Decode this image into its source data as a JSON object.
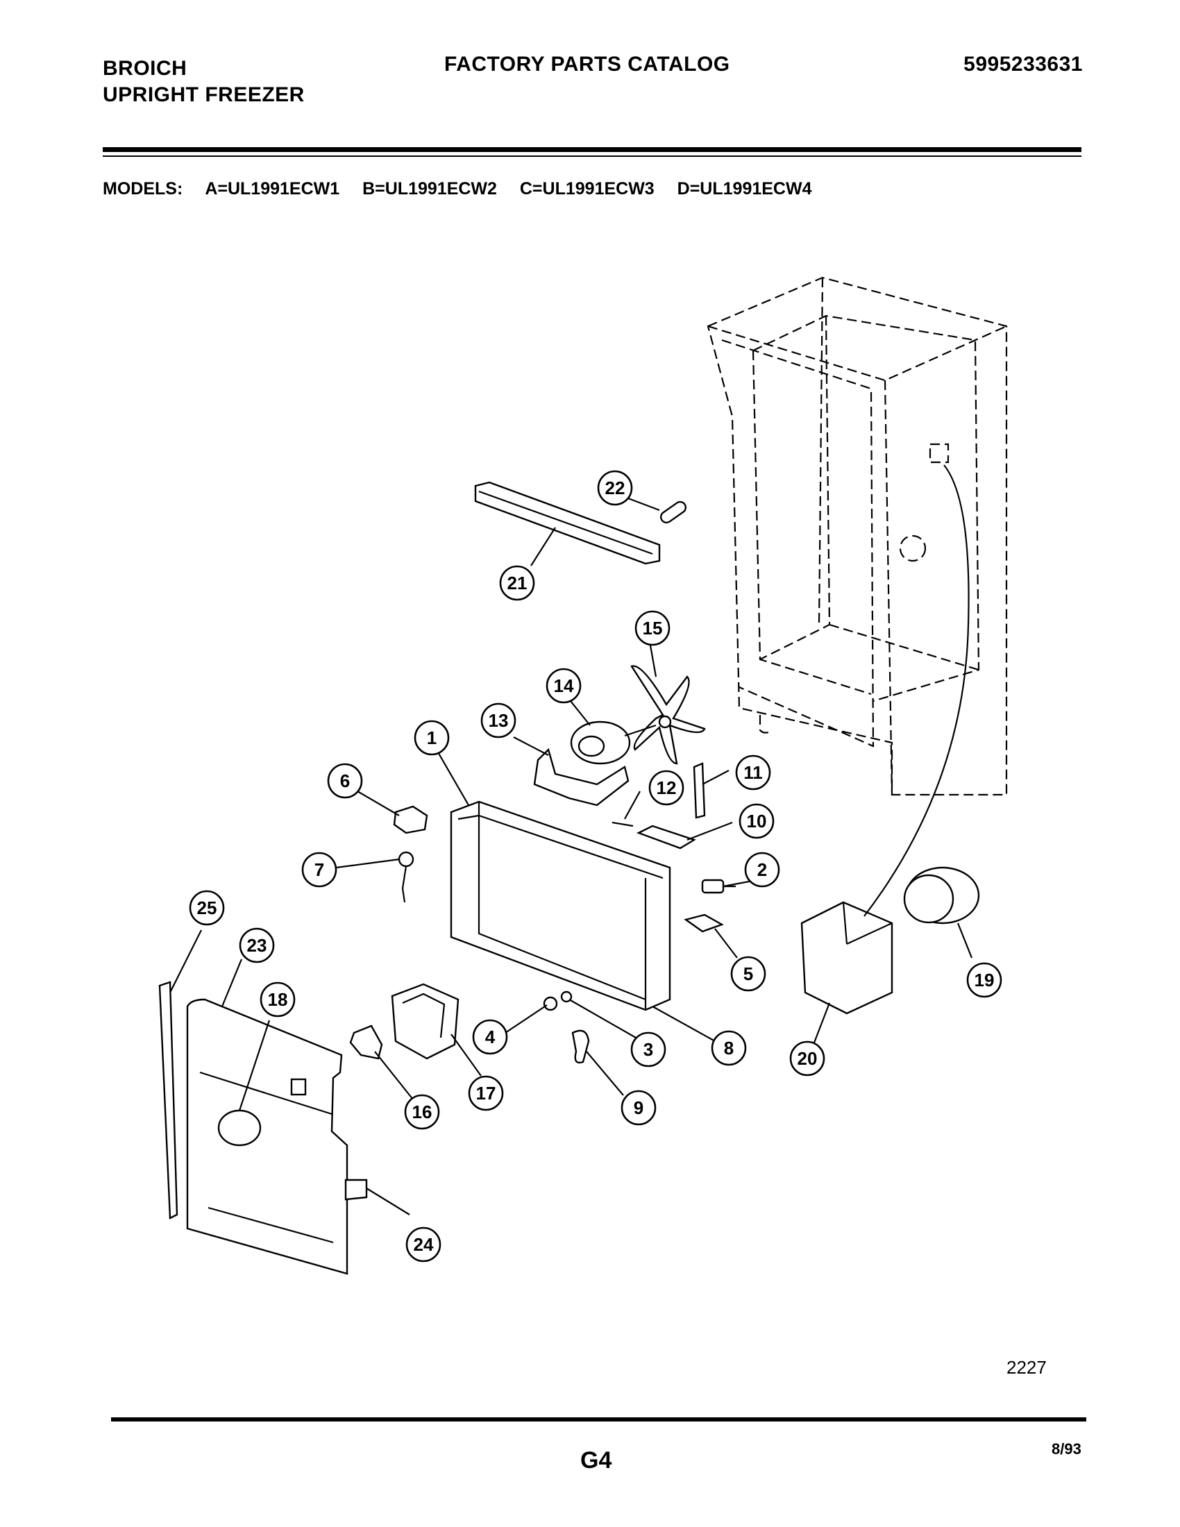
{
  "header": {
    "brand_line1": "BROICH",
    "brand_line2": "UPRIGHT FREEZER",
    "title": "FACTORY PARTS CATALOG",
    "doc_number": "5995233631"
  },
  "models": {
    "label": "MODELS:",
    "list": [
      "A=UL1991ECW1",
      "B=UL1991ECW2",
      "C=UL1991ECW3",
      "D=UL1991ECW4"
    ]
  },
  "callouts": [
    "1",
    "2",
    "3",
    "4",
    "5",
    "6",
    "7",
    "8",
    "9",
    "10",
    "11",
    "12",
    "13",
    "14",
    "15",
    "16",
    "17",
    "18",
    "19",
    "20",
    "21",
    "22",
    "23",
    "24",
    "25"
  ],
  "footer": {
    "figure_number": "2227",
    "page": "G4",
    "date": "8/93"
  }
}
